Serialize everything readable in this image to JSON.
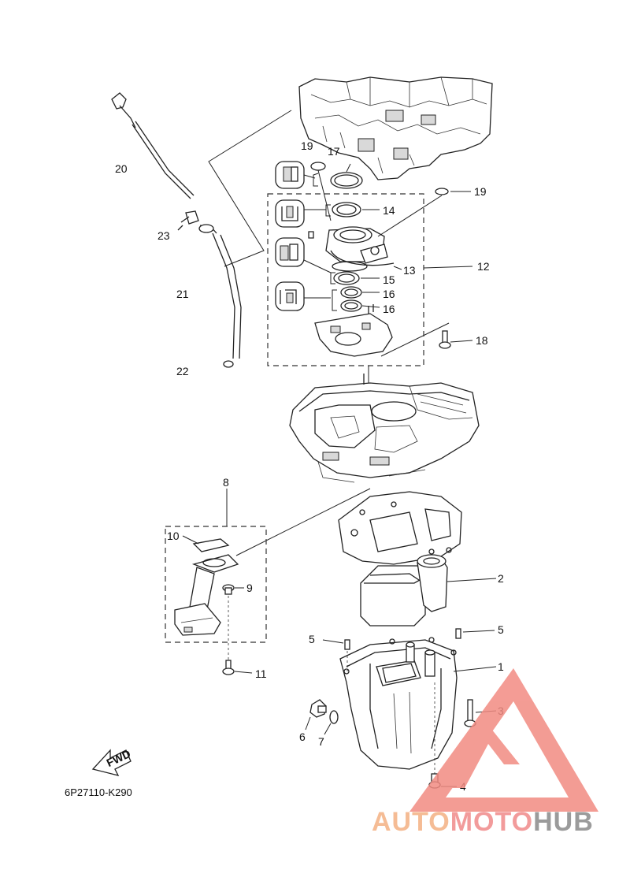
{
  "diagram": {
    "code": "6P27110-K290",
    "fwd_text": "FWD",
    "callouts": {
      "c1": "1",
      "c2": "2",
      "c3": "3",
      "c4": "4",
      "c5a": "5",
      "c5b": "5",
      "c6": "6",
      "c7": "7",
      "c8": "8",
      "c9": "9",
      "c10": "10",
      "c11": "11",
      "c12": "12",
      "c13": "13",
      "c14": "14",
      "c15": "15",
      "c16a": "16",
      "c16b": "16",
      "c17": "17",
      "c18": "18",
      "c19a": "19",
      "c19b": "19",
      "c20": "20",
      "c21": "21",
      "c22": "22",
      "c23": "23"
    }
  },
  "watermark": {
    "part1": "AUTO",
    "part2": "MOTO",
    "part3": "HUB",
    "triangle_color": "#f28b82"
  }
}
